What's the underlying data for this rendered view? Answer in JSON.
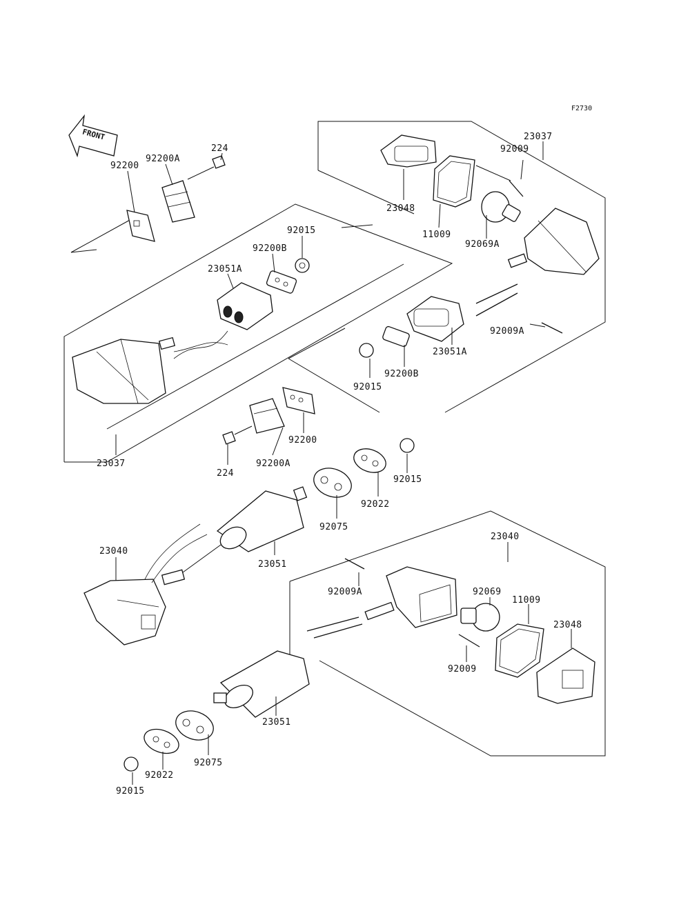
{
  "figure_code": "F2730",
  "front_arrow": "FRONT",
  "labels": {
    "l224a": "224",
    "l92200a_top": "92200A",
    "l92200_top": "92200",
    "l92015_top": "92015",
    "l92200b_left": "92200B",
    "l23051a_left": "23051A",
    "l23037_left": "23037",
    "l23048_top": "23048",
    "l11009_top": "11009",
    "l92009_top": "92009",
    "l23037_right": "23037",
    "l92069a": "92069A",
    "l92009a_right": "92009A",
    "l23051a_right": "23051A",
    "l92200b_right": "92200B",
    "l92015_mid": "92015",
    "l92200_mid": "92200",
    "l224b": "224",
    "l92200a_mid": "92200A",
    "l92015_mid2": "92015",
    "l92022_mid": "92022",
    "l92075_mid": "92075",
    "l23040_left": "23040",
    "l23051_mid": "23051",
    "l23040_right": "23040",
    "l92009a_low": "92009A",
    "l92069": "92069",
    "l11009_low": "11009",
    "l23048_low": "23048",
    "l92009_low": "92009",
    "l23051_low": "23051",
    "l92075_low": "92075",
    "l92022_low": "92022",
    "l92015_low": "92015"
  }
}
